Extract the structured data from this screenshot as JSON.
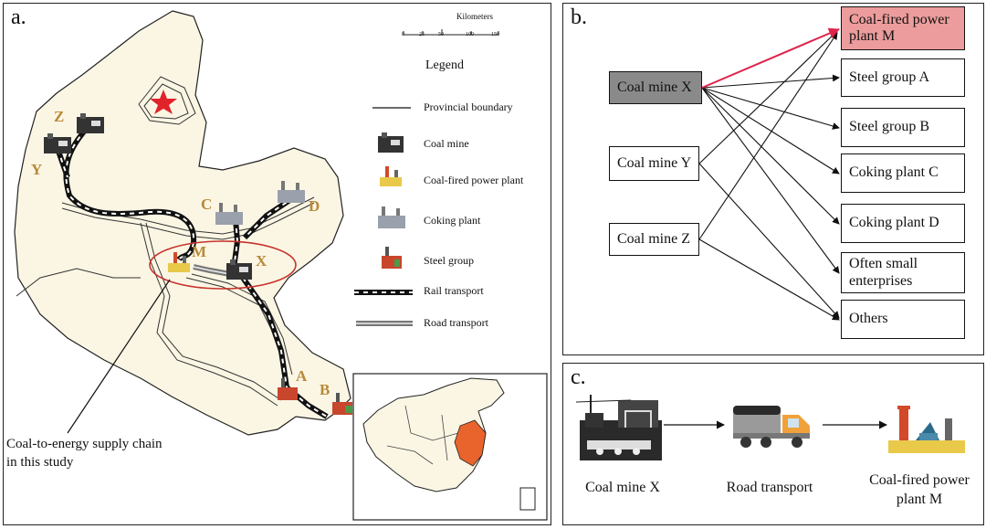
{
  "panel_a": {
    "label": "a.",
    "scale_title": "Kilometers",
    "scale_ticks": [
      "0",
      "25",
      "50",
      "100",
      "150"
    ],
    "legend_title": "Legend",
    "legend": [
      {
        "icon": "provincial-boundary-line",
        "label": "Provincial boundary"
      },
      {
        "icon": "coal-mine-icon",
        "label": "Coal mine"
      },
      {
        "icon": "power-plant-icon",
        "label": "Coal-fired power plant"
      },
      {
        "icon": "coking-plant-icon",
        "label": "Coking plant"
      },
      {
        "icon": "steel-group-icon",
        "label": "Steel group"
      },
      {
        "icon": "rail-transport-line",
        "label": "Rail transport"
      },
      {
        "icon": "road-transport-line",
        "label": "Road transport"
      }
    ],
    "map_letters": {
      "z": "Z",
      "y": "Y",
      "c": "C",
      "d": "D",
      "m": "M",
      "x": "X",
      "a": "A",
      "b": "B"
    },
    "annotation": [
      "Coal-to-energy supply chain",
      "in this study"
    ],
    "colors": {
      "map_fill": "#fbf6e4",
      "highlight_province": "#e8642c",
      "star": "#e0232b",
      "ellipse": "#c8322c"
    }
  },
  "panel_b": {
    "label": "b.",
    "sources": [
      "Coal mine X",
      "Coal mine Y",
      "Coal mine Z"
    ],
    "targets": [
      [
        "Coal-fired power",
        "plant M"
      ],
      [
        "Steel group A"
      ],
      [
        "Steel group B"
      ],
      [
        "Coking plant C"
      ],
      [
        "Coking plant D"
      ],
      [
        "Often small",
        "enterprises"
      ],
      [
        "Others"
      ]
    ],
    "colors": {
      "highlight_source": "#8a8a8a",
      "highlight_target": "#ec9c9c",
      "highlight_arrow": "#e0234a"
    }
  },
  "panel_c": {
    "label": "c.",
    "steps": [
      {
        "icon": "coal-mine-icon",
        "label": [
          "Coal mine X"
        ]
      },
      {
        "icon": "truck-icon",
        "label": [
          "Road transport"
        ]
      },
      {
        "icon": "power-plant-icon",
        "label": [
          "Coal-fired power",
          "plant M"
        ]
      }
    ]
  }
}
